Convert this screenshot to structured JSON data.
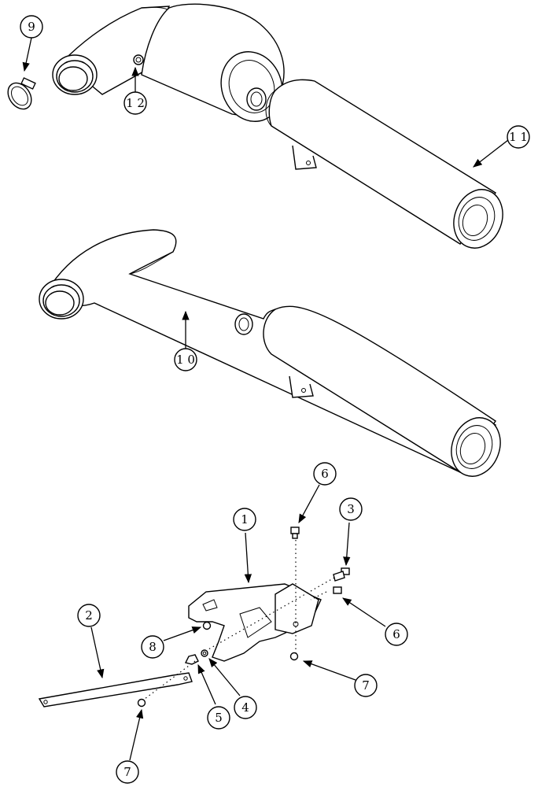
{
  "callouts": {
    "c9": "9",
    "c12": "1 2",
    "c11": "1 1",
    "c10": "1 0",
    "c6a": "6",
    "c3": "3",
    "c1": "1",
    "c6b": "6",
    "c2": "2",
    "c8": "8",
    "c4": "4",
    "c5": "5",
    "c7a": "7",
    "c7b": "7"
  }
}
